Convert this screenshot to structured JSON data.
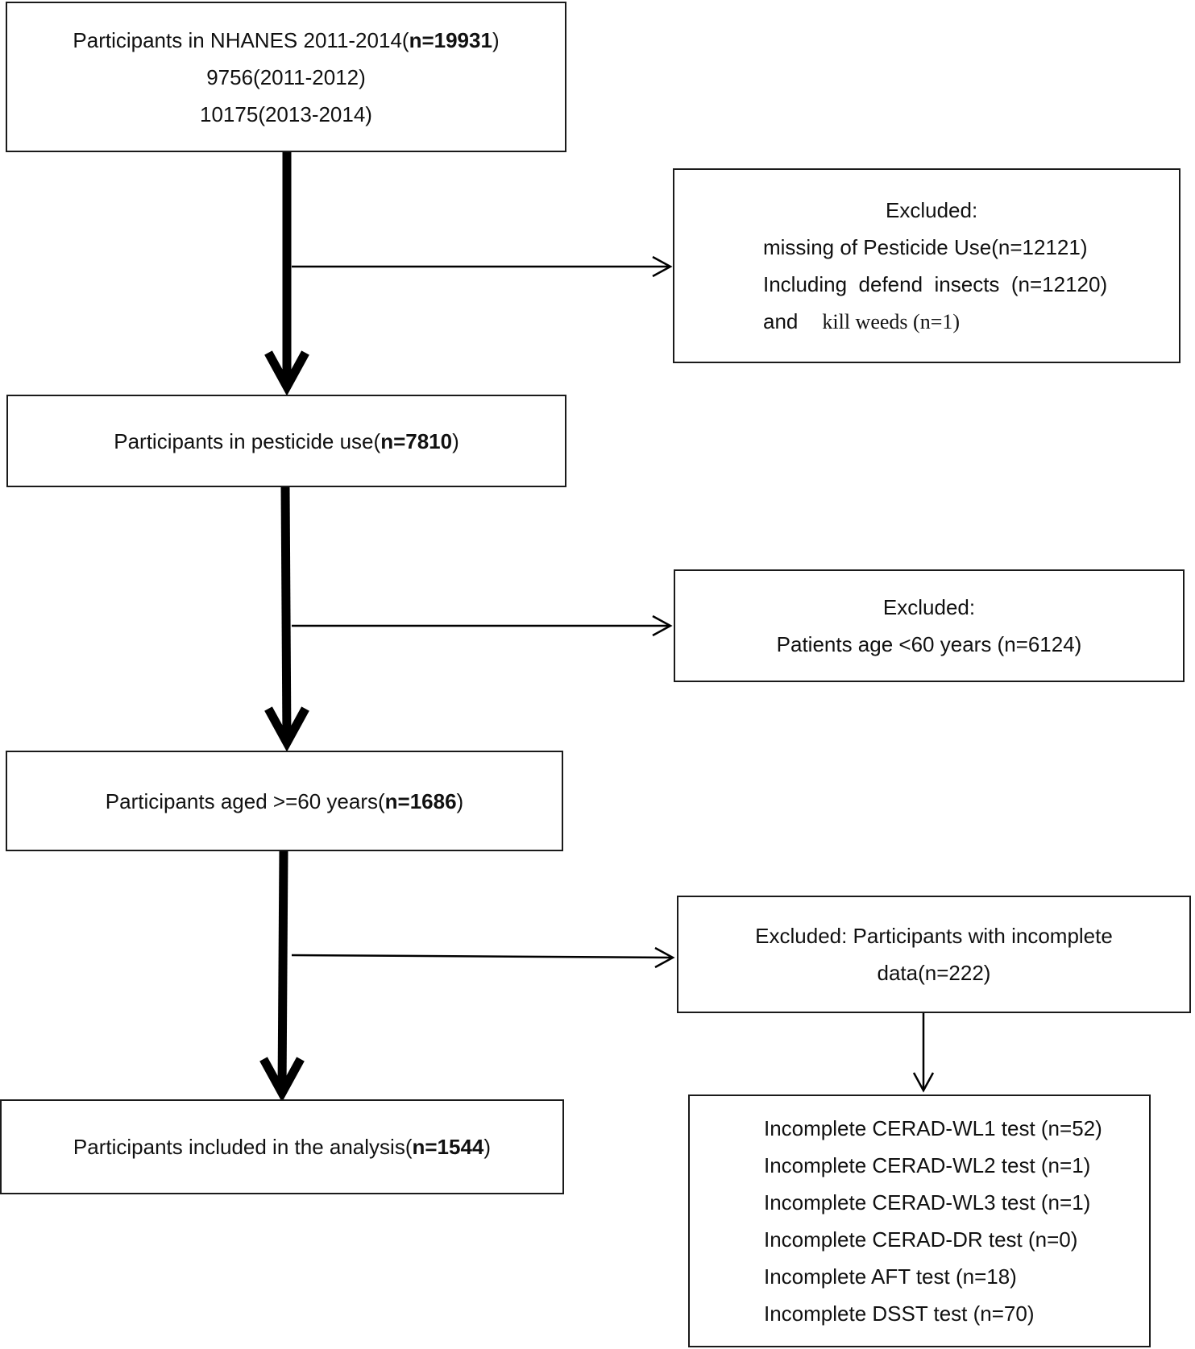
{
  "boxes": {
    "start": {
      "line1_prefix": "Participants in NHANES 2011-2014(",
      "line1_count": "n=19931",
      "line1_suffix": ")",
      "line2": "9756(2011-2012)",
      "line3": "10175(2013-2014)"
    },
    "excluded_1": {
      "title": "Excluded:",
      "line1": "missing of Pesticide Use(n=12121)",
      "line2": "Including  defend  insects  (n=12120)",
      "line3_prefix": "and",
      "line3_rest": "kill weeds (n=1)"
    },
    "pesticide_use": {
      "prefix": "Participants in pesticide use(",
      "count": "n=7810",
      "suffix": ")"
    },
    "excluded_2": {
      "title": "Excluded:",
      "line1": "Patients age <60 years (n=6124)"
    },
    "aged_60": {
      "prefix": "Participants aged >=60 years(",
      "count": "n=1686",
      "suffix": ")"
    },
    "excluded_3": {
      "line1": "Excluded: Participants with incomplete",
      "line2": "data(n=222)"
    },
    "final": {
      "prefix": "Participants included in the analysis(",
      "count": "n=1544",
      "suffix": ")"
    },
    "incomplete_details": {
      "items": [
        "Incomplete CERAD-WL1 test (n=52)",
        "Incomplete CERAD-WL2 test (n=1)",
        "Incomplete CERAD-WL3 test (n=1)",
        "Incomplete CERAD-DR test (n=0)",
        "Incomplete AFT test (n=18)",
        "Incomplete DSST test (n=70)"
      ]
    }
  }
}
